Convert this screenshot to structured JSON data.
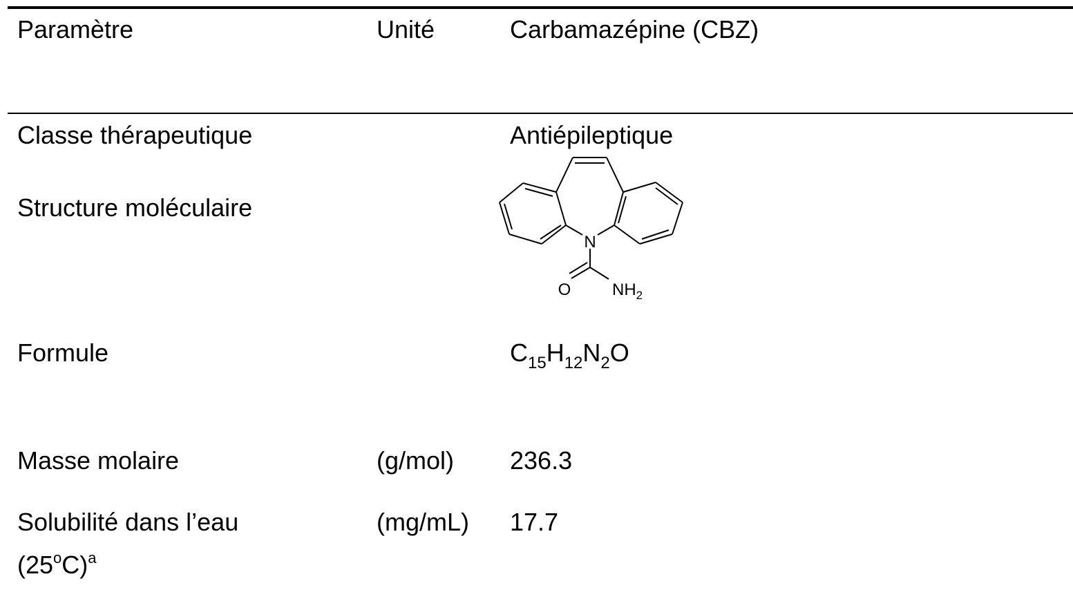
{
  "header": {
    "param": "Paramètre",
    "unit": "Unité",
    "compound": "Carbamazépine (CBZ)"
  },
  "rows": {
    "classe": {
      "label": "Classe thérapeutique",
      "value": "Antiépileptique"
    },
    "structure": {
      "label": "Structure moléculaire",
      "atoms": {
        "n": "N",
        "o": "O",
        "nh": "NH",
        "sub2": "2"
      }
    },
    "formule": {
      "label": "Formule",
      "parts": [
        "C",
        "15",
        "H",
        "12",
        "N",
        "2",
        "O"
      ]
    },
    "masse": {
      "label": "Masse molaire",
      "unit": "(g/mol)",
      "value": "236.3"
    },
    "solubilite": {
      "label_line1": "Solubilité dans l’eau",
      "label_line2_pre": "(25",
      "label_line2_sup1": "o",
      "label_line2_mid": "C)",
      "label_line2_sup2": "a",
      "unit": "(mg/mL)",
      "value": "17.7"
    }
  }
}
